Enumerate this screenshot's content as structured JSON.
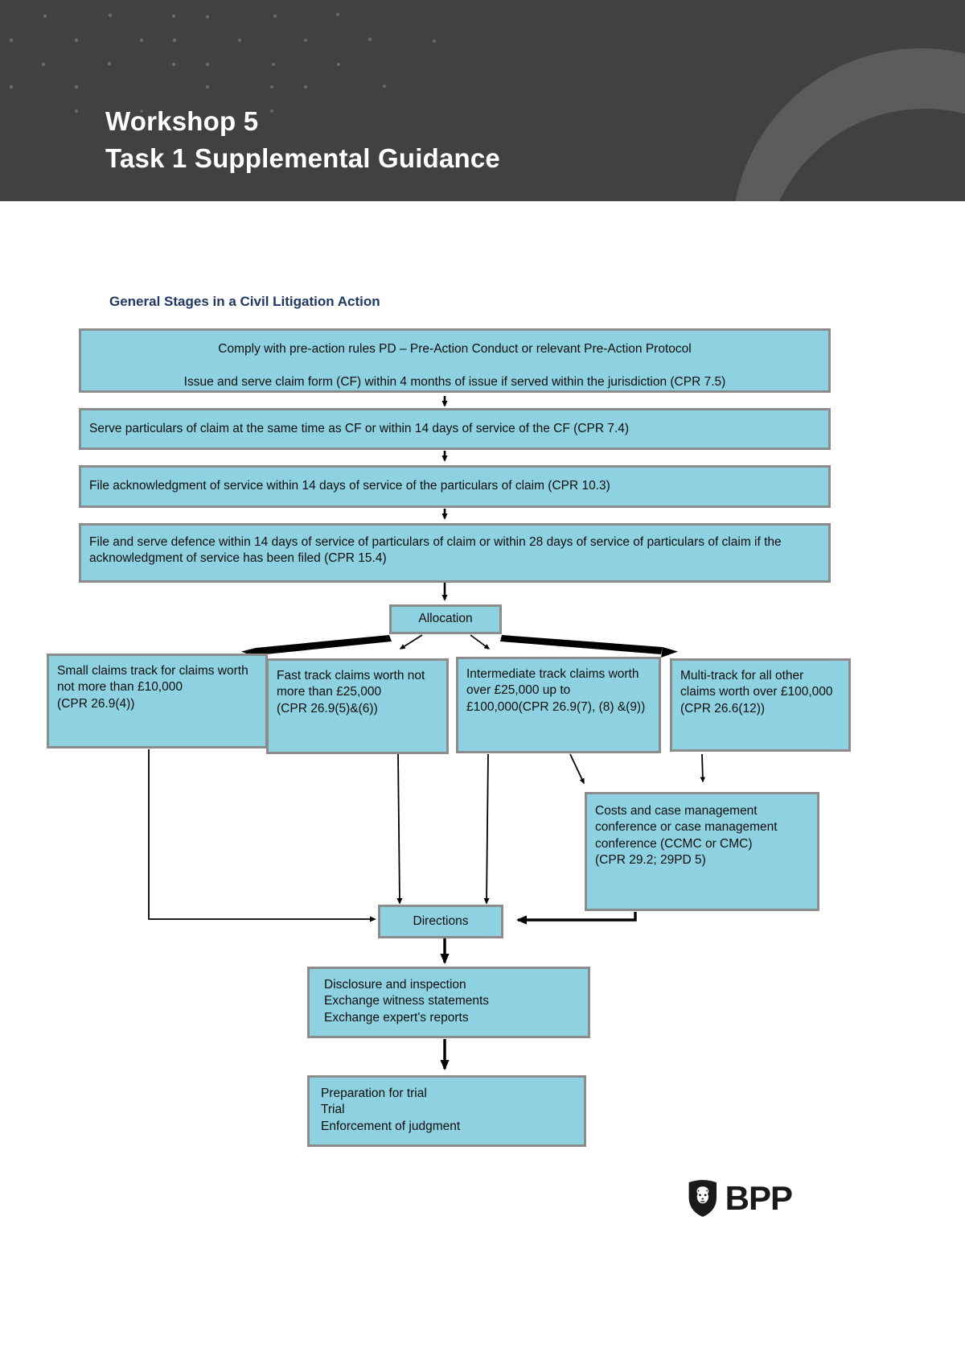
{
  "header": {
    "title": "Workshop 5\nTask 1 Supplemental Guidance",
    "bg_color": "#414141",
    "text_color": "#ffffff"
  },
  "chart_title": "General Stages in a Civil Litigation Action",
  "colors": {
    "box_fill": "#8ed2e1",
    "box_border": "#8c8c8c",
    "box_text": "#0d0d0d",
    "title_text": "#1f3864"
  },
  "chart_data": {
    "type": "diagram",
    "title": "General Stages in a Civil Litigation Action",
    "nodes": [
      {
        "id": "preaction",
        "label": "Comply with pre-action rules PD – Pre-Action Conduct or relevant Pre-Action Protocol\n\nIssue and serve claim form (CF) within 4 months of issue if served within the jurisdiction (CPR 7.5)"
      },
      {
        "id": "particulars",
        "label": "Serve particulars of claim at the same time as CF or within 14 days of service of the CF (CPR 7.4)"
      },
      {
        "id": "acknowledgment",
        "label": "File acknowledgment of service within 14 days of service of the particulars of claim (CPR 10.3)"
      },
      {
        "id": "defence",
        "label": "File and serve defence within 14 days of service of particulars of claim or within 28 days of service of particulars of claim if the acknowledgment of service has been filed (CPR 15.4)"
      },
      {
        "id": "allocation",
        "label": "Allocation"
      },
      {
        "id": "small",
        "label": "Small claims track for claims worth not more than £10,000\n(CPR 26.9(4))"
      },
      {
        "id": "fast",
        "label": "Fast track claims worth not more than £25,000\n(CPR 26.9(5)&(6))"
      },
      {
        "id": "intermediate",
        "label": "Intermediate track claims worth over £25,000 up to £100,000(CPR 26.9(7), (8) &(9))"
      },
      {
        "id": "multi",
        "label": "Multi-track for all other claims worth over £100,000\n(CPR 26.6(12))"
      },
      {
        "id": "ccmc",
        "label": "Costs and case management conference or case management conference (CCMC or CMC)\n(CPR 29.2; 29PD 5)"
      },
      {
        "id": "directions",
        "label": "Directions"
      },
      {
        "id": "disclosure",
        "label": "Disclosure and inspection\nExchange witness statements\nExchange expert's reports"
      },
      {
        "id": "trial",
        "label": "Preparation for trial\nTrial\nEnforcement of judgment"
      }
    ],
    "edges": [
      {
        "from": "preaction",
        "to": "particulars"
      },
      {
        "from": "particulars",
        "to": "acknowledgment"
      },
      {
        "from": "acknowledgment",
        "to": "defence"
      },
      {
        "from": "defence",
        "to": "allocation"
      },
      {
        "from": "allocation",
        "to": "small"
      },
      {
        "from": "allocation",
        "to": "fast"
      },
      {
        "from": "allocation",
        "to": "intermediate"
      },
      {
        "from": "allocation",
        "to": "multi"
      },
      {
        "from": "small",
        "to": "directions"
      },
      {
        "from": "fast",
        "to": "directions"
      },
      {
        "from": "intermediate",
        "to": "directions"
      },
      {
        "from": "intermediate",
        "to": "ccmc"
      },
      {
        "from": "multi",
        "to": "ccmc"
      },
      {
        "from": "ccmc",
        "to": "directions"
      },
      {
        "from": "directions",
        "to": "disclosure"
      },
      {
        "from": "disclosure",
        "to": "trial"
      }
    ]
  },
  "boxes": {
    "preaction": "Comply with pre-action rules PD – Pre-Action Conduct or relevant Pre-Action Protocol\n\nIssue and serve claim form (CF) within 4 months of issue if served within the jurisdiction (CPR 7.5)",
    "particulars": "Serve particulars of claim at the same time as CF or within 14 days of service of the CF (CPR 7.4)",
    "acknowledgment": "File acknowledgment of service within 14 days of service of the particulars of claim (CPR 10.3)",
    "defence": "File and serve defence within 14 days of service of particulars of claim or within 28 days of service of particulars of claim if the acknowledgment of service has been filed (CPR 15.4)",
    "allocation": "Allocation",
    "small": "Small claims track for claims worth not more than £10,000\n(CPR 26.9(4))",
    "fast": "Fast track claims worth not more than £25,000\n(CPR 26.9(5)&(6))",
    "intermediate": "Intermediate track claims worth over £25,000 up to £100,000(CPR 26.9(7), (8) &(9))",
    "multi": "Multi-track for all other claims worth over £100,000\n(CPR 26.6(12))",
    "ccmc": "Costs and case management conference or case management conference (CCMC or CMC)\n(CPR 29.2; 29PD 5)",
    "directions": "Directions",
    "disclosure": "Disclosure and inspection\nExchange witness statements\nExchange expert's reports",
    "trial": "Preparation for trial\nTrial\nEnforcement of judgment"
  },
  "footer": {
    "logo_text": "BPP",
    "logo_icon": "bpp-lion-shield-icon"
  }
}
